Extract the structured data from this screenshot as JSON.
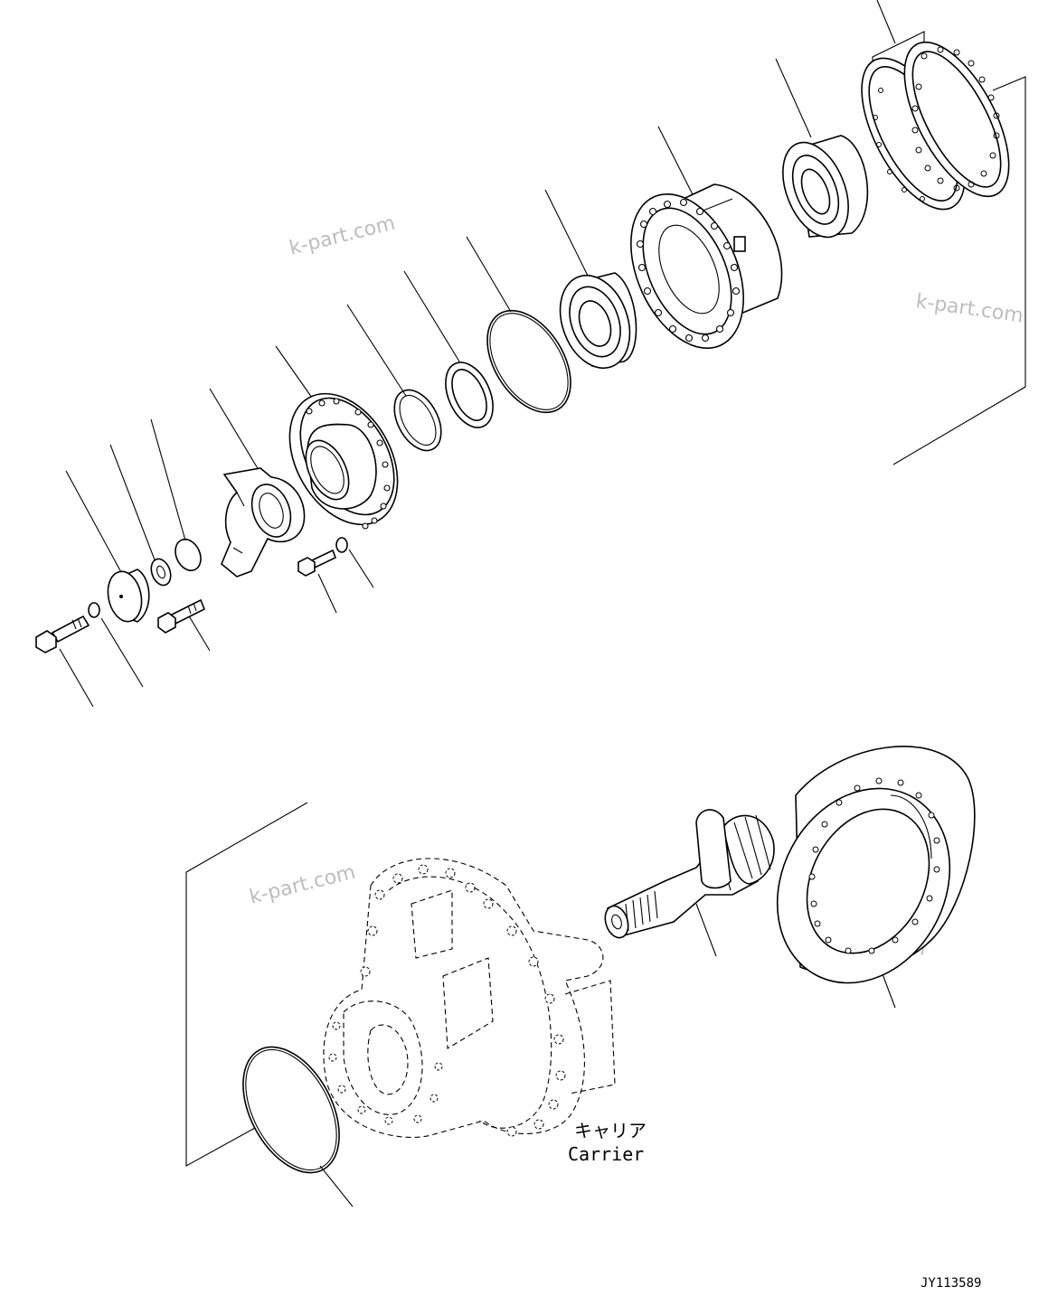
{
  "watermark": "k-part.com",
  "carrier_label_jp": "キャリア",
  "carrier_label_en": "Carrier",
  "drawing_code": "JY113589"
}
